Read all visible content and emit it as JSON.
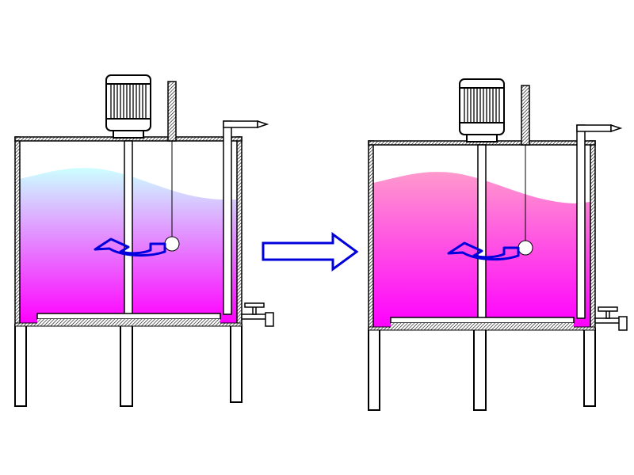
{
  "diagram": {
    "panels": [
      {
        "id": "before",
        "liquid_top_color": "#ccffff",
        "liquid_bottom_color": "#ff00ff"
      },
      {
        "id": "after",
        "liquid_top_color": "#ff99cc",
        "liquid_bottom_color": "#ff00ff"
      }
    ],
    "arrow_color": "#0000dd",
    "icons": [
      "mixing-tank",
      "motor-icon",
      "rotation-arrow-icon",
      "right-arrow-icon"
    ]
  }
}
